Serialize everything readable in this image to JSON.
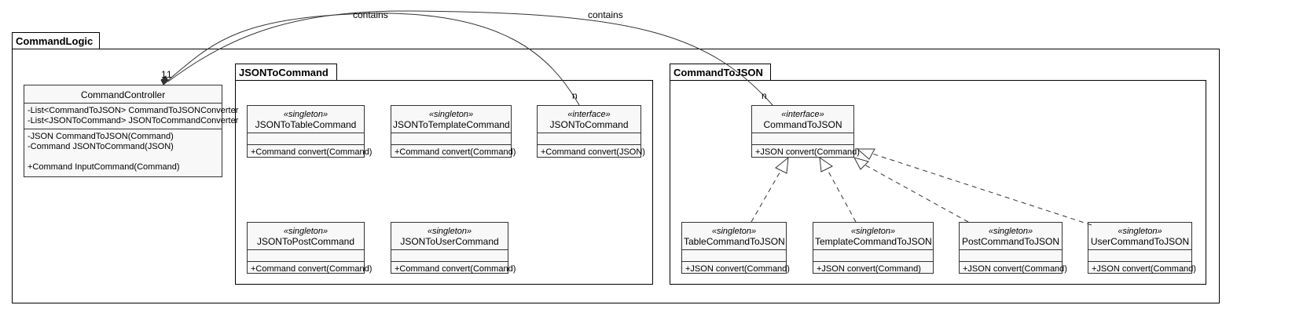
{
  "packages": {
    "command_logic": {
      "name": "CommandLogic"
    },
    "json_to_command": {
      "name": "JSONToCommand"
    },
    "command_to_json": {
      "name": "CommandToJSON"
    }
  },
  "classes": {
    "command_controller": {
      "name": "CommandController",
      "attributes": [
        "-List<CommandToJSON> CommandToJSONConverter",
        "-List<JSONToCommand> JSONToCommandConverter"
      ],
      "methods": [
        "-JSON CommandToJSON(Command)",
        "-Command JSONToCommand(JSON)",
        "",
        "+Command InputCommand(Command)"
      ]
    },
    "json_to_table": {
      "stereotype": "«singleton»",
      "name": "JSONToTableCommand",
      "method": "+Command convert(Command)"
    },
    "json_to_template": {
      "stereotype": "«singleton»",
      "name": "JSONToTemplateCommand",
      "method": "+Command convert(Command)"
    },
    "json_to_command_iface": {
      "stereotype": "«interface»",
      "name": "JSONToCommand",
      "method": "+Command convert(JSON)"
    },
    "json_to_post": {
      "stereotype": "«singleton»",
      "name": "JSONToPostCommand",
      "method": "+Command convert(Command)"
    },
    "json_to_user": {
      "stereotype": "«singleton»",
      "name": "JSONToUserCommand",
      "method": "+Command convert(Command)"
    },
    "command_to_json_iface": {
      "stereotype": "«interface»",
      "name": "CommandToJSON",
      "method": "+JSON convert(Command)"
    },
    "table_to_json": {
      "stereotype": "«singleton»",
      "name": "TableCommandToJSON",
      "method": "+JSON convert(Command)"
    },
    "template_to_json": {
      "stereotype": "«singleton»",
      "name": "TemplateCommandToJSON",
      "method": "+JSON convert(Command)"
    },
    "post_to_json": {
      "stereotype": "«singleton»",
      "name": "PostCommandToJSON",
      "method": "+JSON convert(Command)"
    },
    "user_to_json": {
      "stereotype": "«singleton»",
      "name": "UserCommandToJSON",
      "method": "+JSON convert(Command)"
    }
  },
  "relations": {
    "contains_1": {
      "label": "contains",
      "source_mult": "1",
      "target_mult": "n"
    },
    "contains_2": {
      "label": "contains",
      "source_mult": "1",
      "target_mult": "n"
    }
  }
}
